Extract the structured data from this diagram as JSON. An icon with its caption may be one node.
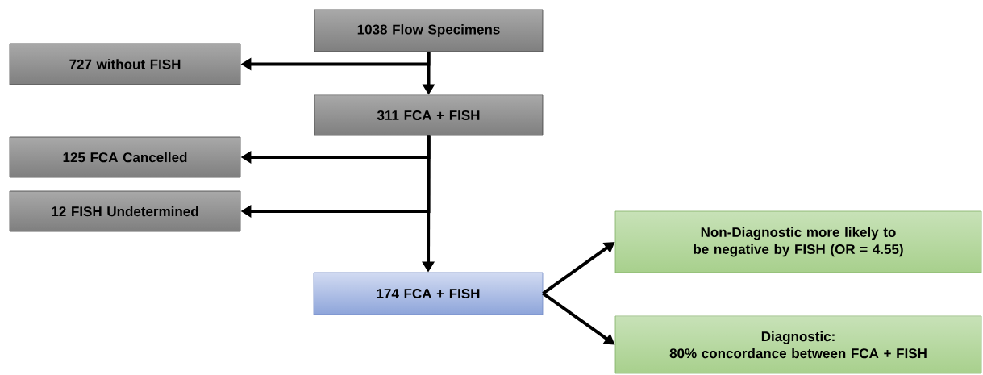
{
  "diagram": {
    "nodes": [
      {
        "text": [
          "1038 Flow Specimens"
        ]
      },
      {
        "text": [
          "727 without FISH"
        ]
      },
      {
        "text": [
          "311 FCA + FISH"
        ]
      },
      {
        "text": [
          "125 FCA Cancelled"
        ]
      },
      {
        "text": [
          "12 FISH Undetermined"
        ]
      },
      {
        "text": [
          "174 FCA + FISH"
        ]
      },
      {
        "text": [
          "Non-Diagnostic more likely to be negative by FISH (OR = 4.55)"
        ]
      },
      {
        "text": [
          "Diagnostic:",
          "80% concordance between FCA + FISH"
        ]
      }
    ],
    "edges": [
      {
        "from": 0,
        "to": 1,
        "arrow": "to"
      },
      {
        "from": 0,
        "to": 2,
        "arrow": "to"
      },
      {
        "from": 2,
        "to": 3,
        "arrow": "to"
      },
      {
        "from": 2,
        "to": 4,
        "arrow": "to"
      },
      {
        "from": 2,
        "to": 5,
        "arrow": "to"
      },
      {
        "from": 5,
        "to": 6,
        "arrow": "to"
      },
      {
        "from": 5,
        "to": 7,
        "arrow": "to"
      }
    ]
  }
}
